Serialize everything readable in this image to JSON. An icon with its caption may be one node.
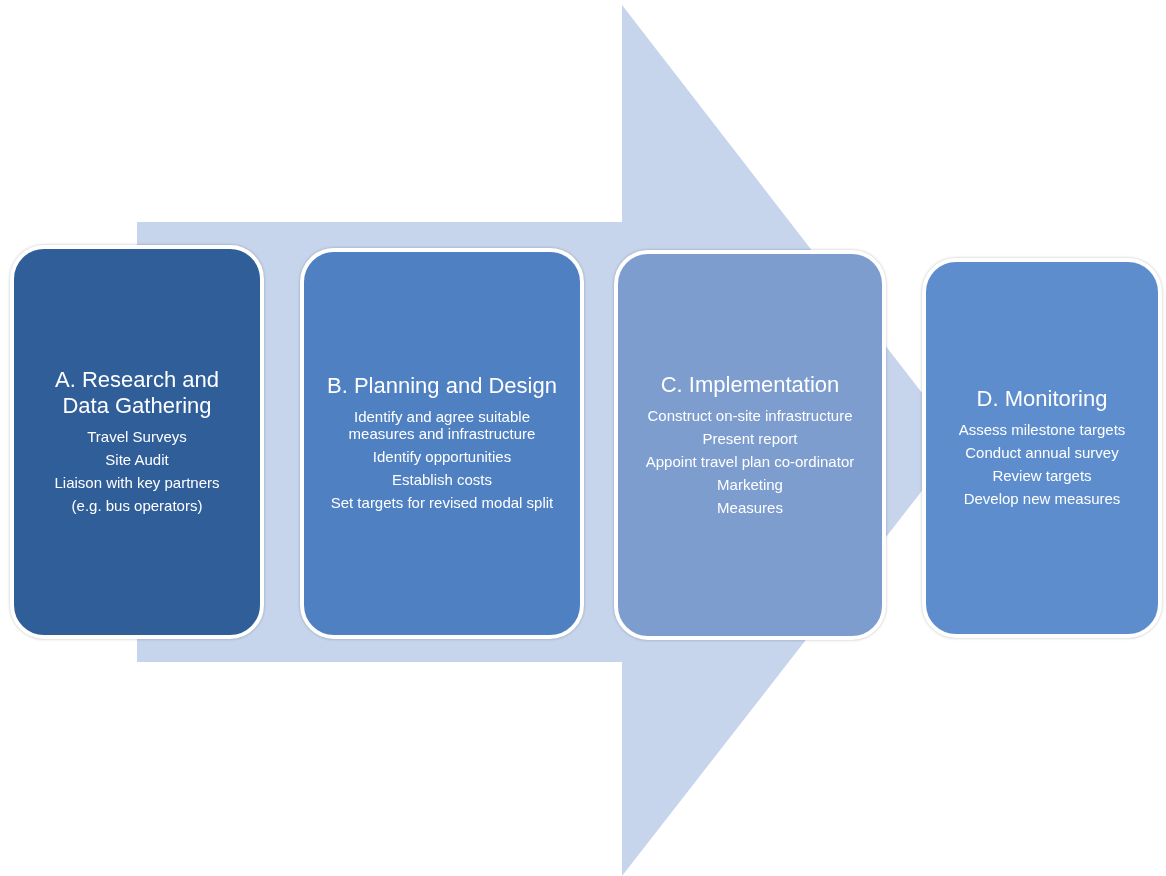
{
  "diagram": {
    "nodes": [
      {
        "text": [
          "A. Research and Data Gathering",
          "Travel Surveys",
          "Site Audit",
          "Liaison with key partners",
          "(e.g. bus operators)"
        ]
      },
      {
        "text": [
          "B. Planning and Design",
          "Identify and agree suitable measures and infrastructure",
          "Identify opportunities",
          "Establish costs",
          "Set targets for revised modal split"
        ]
      },
      {
        "text": [
          "C. Implementation",
          "Construct on-site infrastructure",
          "Present report",
          "Appoint travel plan co-ordinator",
          "Marketing",
          "Measures"
        ]
      },
      {
        "text": [
          "D. Monitoring",
          "Assess milestone targets",
          "Conduct annual survey",
          "Review targets",
          "Develop new measures"
        ]
      }
    ],
    "edges": [
      {
        "from": 0,
        "to": 3,
        "arrow": "to"
      }
    ]
  }
}
